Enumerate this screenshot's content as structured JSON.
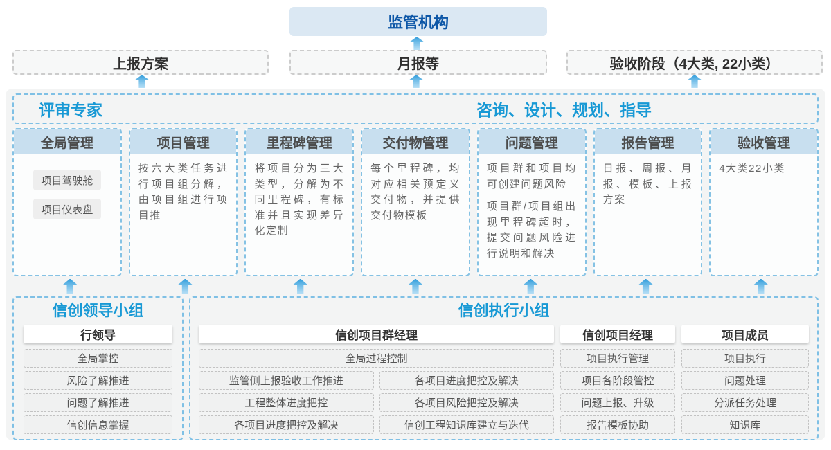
{
  "top": {
    "regulator": "监管机构"
  },
  "row2": [
    "上报方案",
    "月报等",
    "验收阶段（4大类, 22小类）"
  ],
  "container": {
    "strip": {
      "left": "评审专家",
      "right": "咨询、设计、规划、指导"
    },
    "columns": [
      {
        "title": "全局管理",
        "items": [
          "项目驾驶舱",
          "项目仪表盘"
        ]
      },
      {
        "title": "项目管理",
        "paragraphs": [
          "按六大类任务进行项目组分解，由项目组进行项目推"
        ]
      },
      {
        "title": "里程碑管理",
        "paragraphs": [
          "将项目分为三大类型，分解为不同里程碑，有标准并且实现差异化定制"
        ]
      },
      {
        "title": "交付物管理",
        "paragraphs": [
          "每个里程碑，均对应相关预定义交付物，并提供交付物模板"
        ]
      },
      {
        "title": "问题管理",
        "paragraphs": [
          "项目群和项目均可创建问题风险",
          "项目群/项目组出现里程碑超时，提交问题风险进行说明和解决"
        ]
      },
      {
        "title": "报告管理",
        "paragraphs": [
          "日报、周报、月报、模板、上报方案"
        ]
      },
      {
        "title": "验收管理",
        "paragraphs": [
          "4大类22小类"
        ]
      }
    ]
  },
  "groups": {
    "leadership": {
      "title": "信创领导小组",
      "role": "行领导",
      "items": [
        "全局掌控",
        "风险了解推进",
        "问题了解推进",
        "信创信息掌握"
      ]
    },
    "execution": {
      "title": "信创执行小组",
      "pgm": {
        "role": "信创项目群经理",
        "full_item": "全局过程控制",
        "left_items": [
          "监管侧上报验收工作推进",
          "工程整体进度把控",
          "各项目进度把控及解决"
        ],
        "right_items": [
          "各项目进度把控及解决",
          "各项目风险把控及解决",
          "信创工程知识库建立与迭代"
        ]
      },
      "pm": {
        "role": "信创项目经理",
        "items": [
          "项目执行管理",
          "项目各阶段管控",
          "问题上报、升级",
          "报告模板协助"
        ]
      },
      "member": {
        "role": "项目成员",
        "items": [
          "项目执行",
          "问题处理",
          "分派任务处理",
          "知识库"
        ]
      }
    }
  },
  "colors": {
    "accent_cyan_blue": "#1899d5",
    "dark_blue": "#0d57a7",
    "regulator_bg": "#dbe8f3",
    "column_header_bg": "#c8dfef",
    "container_bg": "#f3f4f4",
    "arrow_blue": "#2f9cdb"
  }
}
